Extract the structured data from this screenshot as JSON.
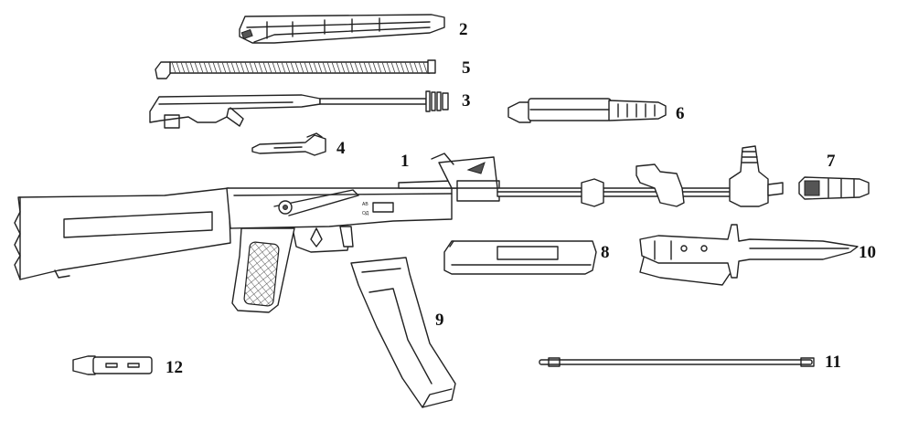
{
  "labels": {
    "l1": "1",
    "l2": "2",
    "l3": "3",
    "l4": "4",
    "l5": "5",
    "l6": "6",
    "l7": "7",
    "l8": "8",
    "l9": "9",
    "l10": "10",
    "l11": "11",
    "l12": "12"
  },
  "markings": {
    "selector_upper": "АВ",
    "selector_lower": "ОД"
  }
}
